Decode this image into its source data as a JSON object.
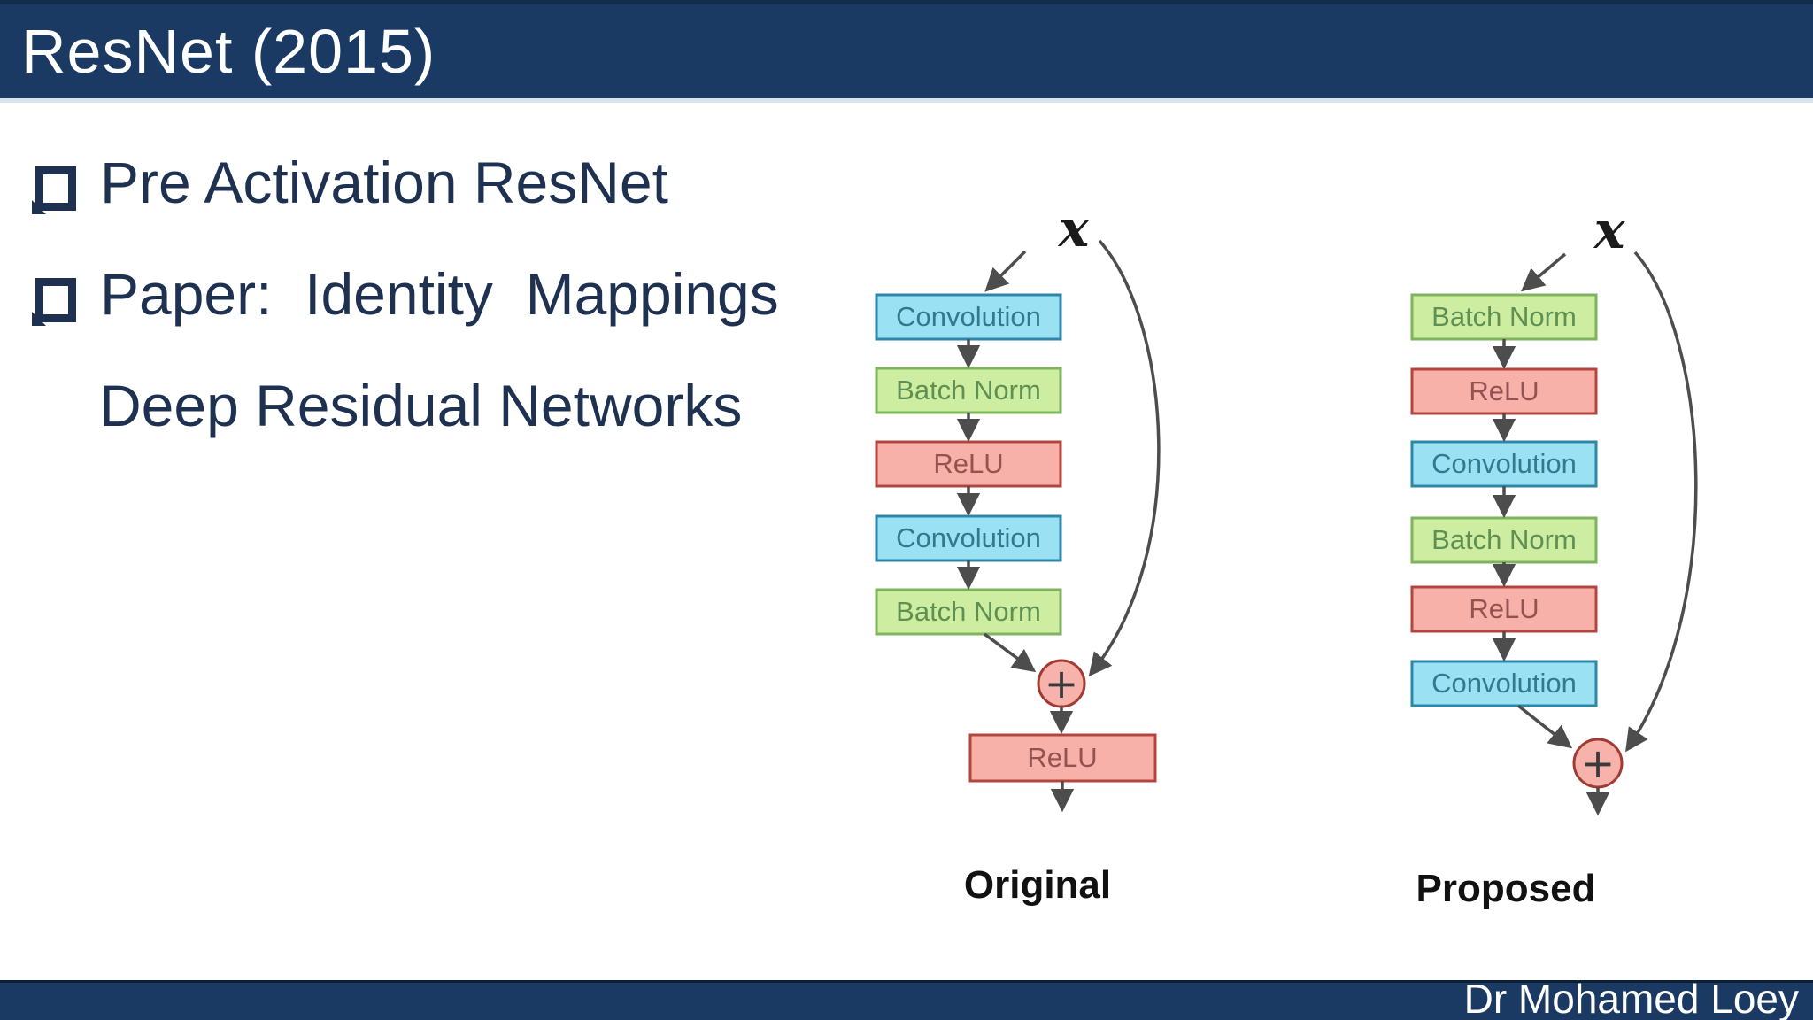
{
  "header": {
    "title": "ResNet (2015)"
  },
  "content": {
    "bullet1": "Pre Activation ResNet",
    "bullet2_line1": "Paper:  Identity  Mappings",
    "bullet2_line2": "Deep Residual Networks"
  },
  "diagram": {
    "original": {
      "input_label": "x",
      "boxes": [
        {
          "label": "Convolution",
          "type": "conv"
        },
        {
          "label": "Batch Norm",
          "type": "bn"
        },
        {
          "label": "ReLU",
          "type": "relu"
        },
        {
          "label": "Convolution",
          "type": "conv"
        },
        {
          "label": "Batch Norm",
          "type": "bn"
        }
      ],
      "add_symbol": "+",
      "final_box": {
        "label": "ReLU",
        "type": "relu"
      },
      "caption": "Original"
    },
    "proposed": {
      "input_label": "x",
      "boxes": [
        {
          "label": "Batch Norm",
          "type": "bn"
        },
        {
          "label": "ReLU",
          "type": "relu"
        },
        {
          "label": "Convolution",
          "type": "conv"
        },
        {
          "label": "Batch Norm",
          "type": "bn"
        },
        {
          "label": "ReLU",
          "type": "relu"
        },
        {
          "label": "Convolution",
          "type": "conv"
        }
      ],
      "add_symbol": "+",
      "caption": "Proposed"
    },
    "colors": {
      "convolution_fill": "#9be1f4",
      "convolution_border": "#2e86a8",
      "batch_norm_fill": "#cdeda0",
      "batch_norm_border": "#7fb35f",
      "relu_fill": "#f7b1a9",
      "relu_border": "#b4443e",
      "add_circle_fill": "#f7b3ab",
      "add_circle_border": "#a13a32",
      "arrow": "#4d4d4d"
    }
  },
  "footer": {
    "author": "Dr Mohamed Loey"
  },
  "theme": {
    "navy_bar": "#1b3a63",
    "body_text": "#1e3150",
    "background": "#ffffff"
  }
}
